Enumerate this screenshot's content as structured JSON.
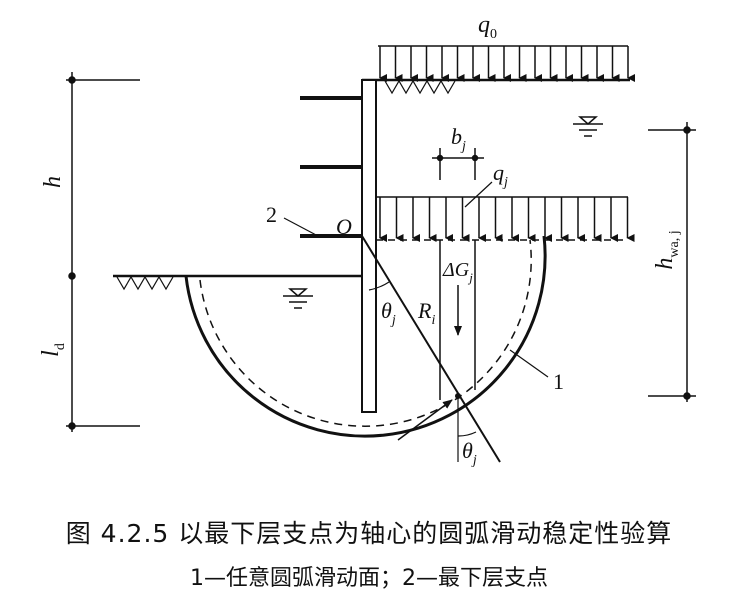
{
  "labels": {
    "q0": "q",
    "q0_sub": "0",
    "bj": "b",
    "bj_sub": "j",
    "qj": "q",
    "qj_sub": "j",
    "h": "h",
    "ld": "l",
    "ld_sub": "d",
    "hwa": "h",
    "hwa_sub": "wa, j",
    "O": "O",
    "dG": "ΔG",
    "dG_sub": "j",
    "theta1": "θ",
    "theta1_sub": "j",
    "R": "R",
    "R_sub": "i",
    "theta2": "θ",
    "theta2_sub": "j",
    "num1": "1",
    "num2": "2"
  },
  "caption": {
    "title": "图 4.2.5  以最下层支点为轴心的圆弧滑动稳定性验算",
    "legend": "1—任意圆弧滑动面；2—最下层支点"
  }
}
